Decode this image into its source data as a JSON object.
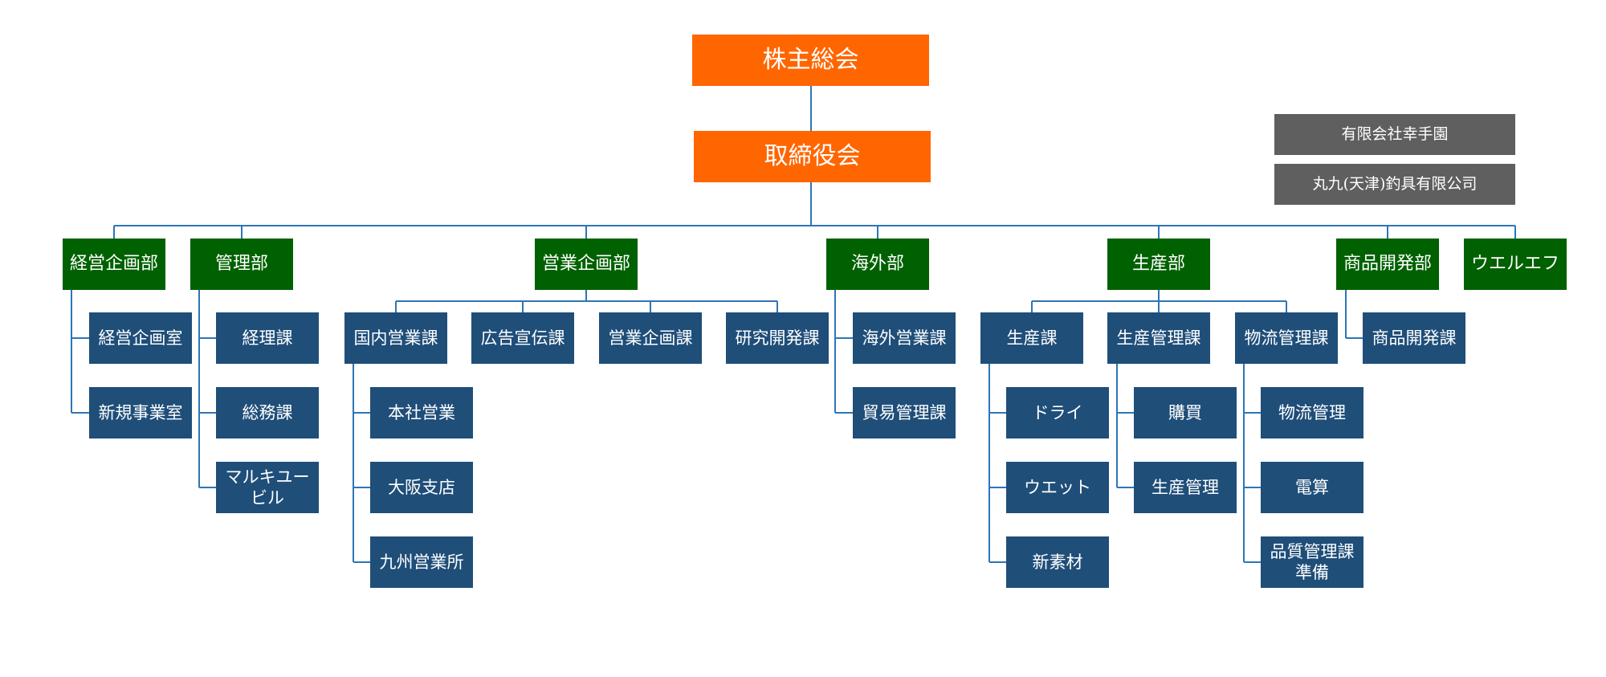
{
  "colors": {
    "top": "#FF6600",
    "department": "#006100",
    "unit": "#1F4E79",
    "affiliate": "#5F5F5F",
    "connector": "#2E75B6"
  },
  "top": {
    "shareholders": "株主総会",
    "board": "取締役会"
  },
  "affiliates": [
    "有限会社幸手園",
    "丸九(天津)釣具有限公司"
  ],
  "departments": {
    "keiei": {
      "name": "経営企画部",
      "units": [
        "経営企画室",
        "新規事業室"
      ]
    },
    "kanri": {
      "name": "管理部",
      "units": [
        "経理課",
        "総務課",
        "マルキユー\nビル"
      ]
    },
    "eigyo": {
      "name": "営業企画部",
      "units": [
        "国内営業課",
        "広告宣伝課",
        "営業企画課",
        "研究開発課"
      ],
      "domestic_branches": [
        "本社営業",
        "大阪支店",
        "九州営業所"
      ]
    },
    "kaigai": {
      "name": "海外部",
      "units": [
        "海外営業課",
        "貿易管理課"
      ]
    },
    "seisan": {
      "name": "生産部",
      "units": [
        "生産課",
        "生産管理課",
        "物流管理課"
      ],
      "seisan_ka": [
        "ドライ",
        "ウエット",
        "新素材"
      ],
      "seisan_kanri_ka": [
        "購買",
        "生産管理"
      ],
      "butsuryu_ka": [
        "物流管理",
        "電算",
        "品質管理課\n準備"
      ]
    },
    "shohin": {
      "name": "商品開発部",
      "units": [
        "商品開発課"
      ]
    },
    "welf": {
      "name": "ウエルエフ"
    }
  }
}
